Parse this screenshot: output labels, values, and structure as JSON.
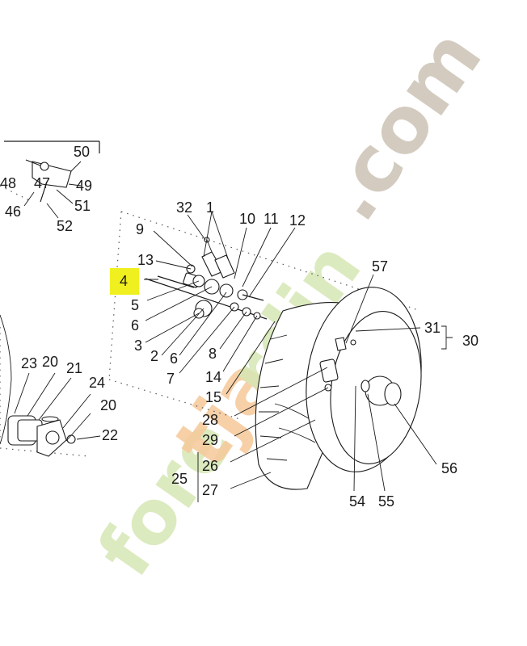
{
  "highlight": {
    "label": "4",
    "color": "#f0f020"
  },
  "watermark": {
    "top": ".com",
    "green_a": "fore",
    "orange": "tja",
    "green_b": "rdin",
    "color_gray": "#c9bfb0",
    "color_green": "#d7e7b5",
    "color_orange": "#f6c89a"
  },
  "labels": {
    "l1": "1",
    "l2": "2",
    "l3": "3",
    "l5": "5",
    "l6a": "6",
    "l6b": "6",
    "l7": "7",
    "l8": "8",
    "l9": "9",
    "l10": "10",
    "l11": "11",
    "l12": "12",
    "l13": "13",
    "l14": "14",
    "l15": "15",
    "l20a": "20",
    "l20b": "20",
    "l21": "21",
    "l22": "22",
    "l23": "23",
    "l24": "24",
    "l25": "25",
    "l26": "26",
    "l27": "27",
    "l28": "28",
    "l29": "29",
    "l30": "30",
    "l31": "31",
    "l32": "32",
    "l46": "46",
    "l47": "47",
    "l48": "48",
    "l49": "49",
    "l50": "50",
    "l51": "51",
    "l52": "52",
    "l54": "54",
    "l55": "55",
    "l56": "56",
    "l57": "57"
  }
}
